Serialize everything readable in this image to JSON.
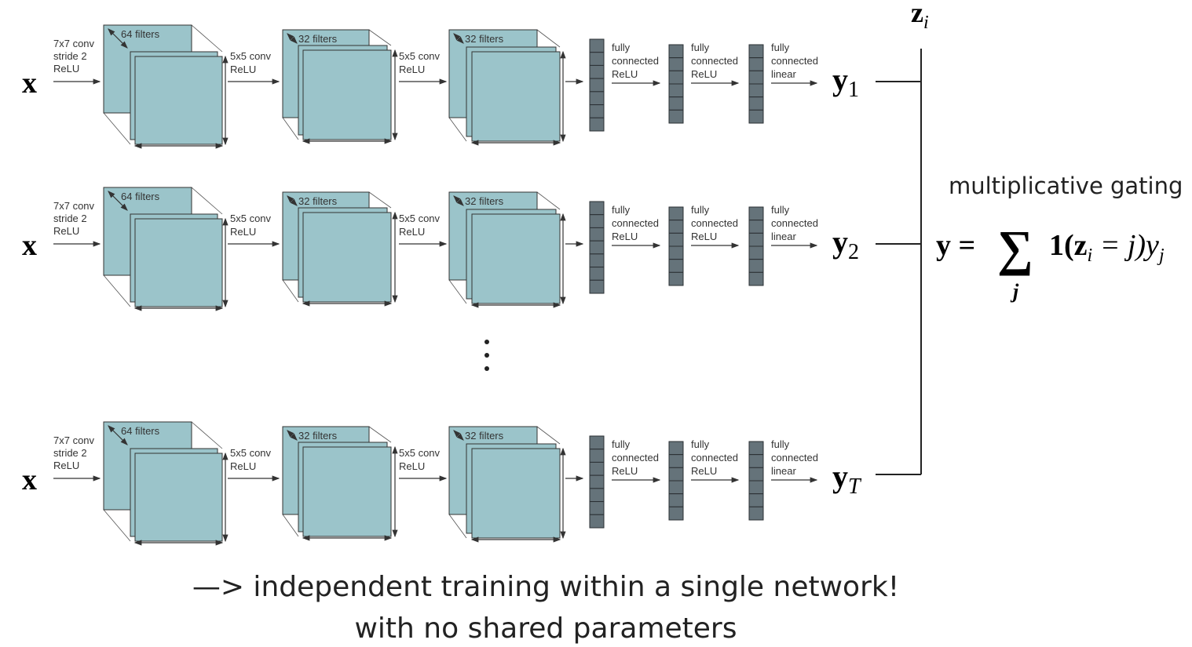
{
  "rows": [
    {
      "input": "x",
      "output": "y",
      "output_sub": "1"
    },
    {
      "input": "x",
      "output": "y",
      "output_sub": "2"
    },
    {
      "input": "x",
      "output": "y",
      "output_sub": "T"
    }
  ],
  "labels": {
    "conv1": [
      "7x7 conv",
      "stride 2",
      "ReLU"
    ],
    "filters1": "64 filters",
    "conv2": [
      "5x5 conv",
      "ReLU"
    ],
    "filters2": "32 filters",
    "conv3": [
      "5x5 conv",
      "ReLU"
    ],
    "filters3": "32 filters",
    "fc1": [
      "fully",
      "connected",
      "ReLU"
    ],
    "fc2": [
      "fully",
      "connected",
      "ReLU"
    ],
    "fc3": [
      "fully",
      "connected",
      "linear"
    ]
  },
  "gate": {
    "var": "z",
    "sub": "i"
  },
  "gating_title": "multiplicative gating",
  "formula": {
    "lhs": "y =",
    "sum": "∑",
    "index": "j",
    "term": "1(z",
    "term_sub": "i",
    "term2": " = j)y",
    "term2_sub": "j"
  },
  "ellipsis": "⋮",
  "caption": [
    "—> independent training within a single network!",
    "with no shared parameters"
  ],
  "colors": {
    "map": "#9bc4ca",
    "fc": "#65737a",
    "line": "#222222"
  }
}
